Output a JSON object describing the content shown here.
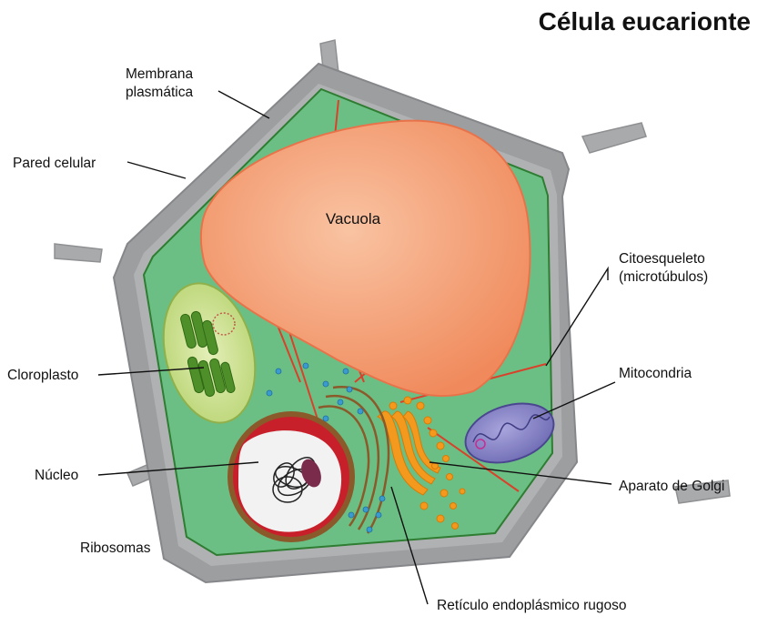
{
  "title": "Célula eucarionte",
  "labels": {
    "membrana_line1": "Membrana",
    "membrana_line2": "plasmática",
    "pared": "Pared celular",
    "vacuola": "Vacuola",
    "citoesqueleto_line1": "Citoesqueleto",
    "citoesqueleto_line2": "(microtúbulos)",
    "cloroplasto": "Cloroplasto",
    "mitocondria": "Mitocondria",
    "nucleo": "Núcleo",
    "golgi": "Aparato de Golgi",
    "ribosomas": "Ribosomas",
    "reticulo": "Retículo endoplásmico rugoso"
  },
  "colors": {
    "cell_wall": "#9a9b9d",
    "wall_fill": "#b4b5b7",
    "cytoplasm": "#6cbf84",
    "cytoplasm_edge": "#2e7d32",
    "vacuole": "#f4a27c",
    "vacuole_edge": "#e8734a",
    "cytoskeleton": "#d9412b",
    "chloroplast": "#cfe29a",
    "grana": "#4f8f2a",
    "nucleus_red": "#c8202a",
    "nucleus_white": "#f2f2f2",
    "nucleolus": "#7a2a4a",
    "golgi": "#f39a1e",
    "mitochondrion": "#8a87c9",
    "er_brown": "#8a5a2b",
    "ribosome": "#3b9bd1"
  }
}
